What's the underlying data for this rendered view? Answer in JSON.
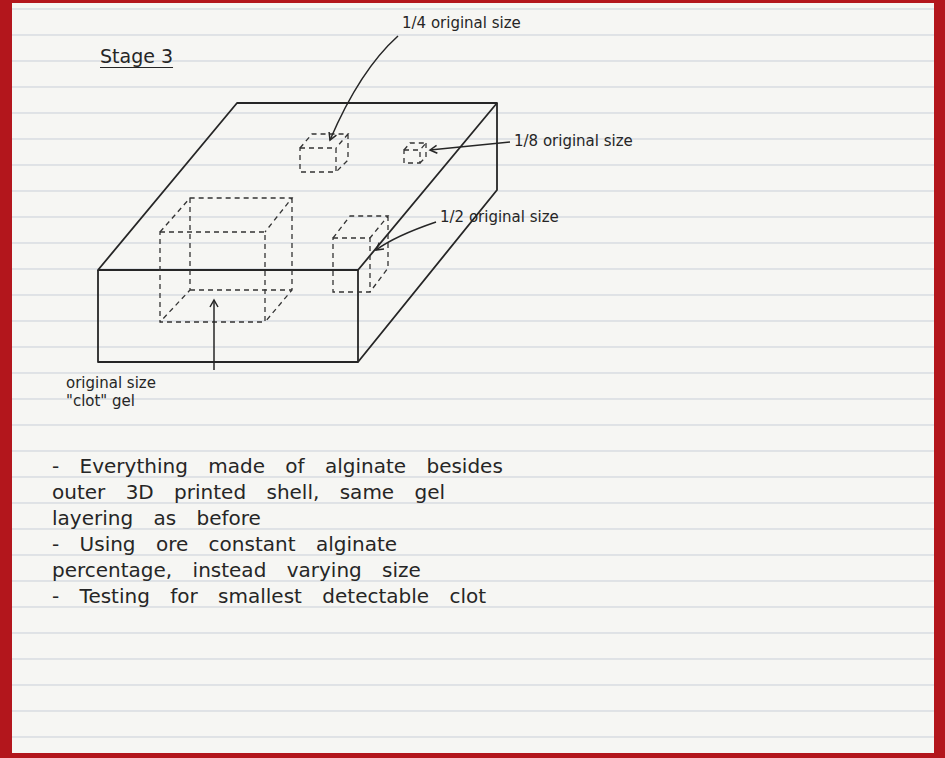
{
  "diagram": {
    "title": "Stage 3",
    "labels": [
      "1/4 original size",
      "1/8 original size",
      "1/2 original size",
      "original size \"clot\" gel",
      "- Everything made of alginate besides outer 3D printed shell, same gel layering as before",
      "- Using ore constant alginate percentage, instead varying size",
      "- Testing for smallest detectable clot"
    ]
  }
}
